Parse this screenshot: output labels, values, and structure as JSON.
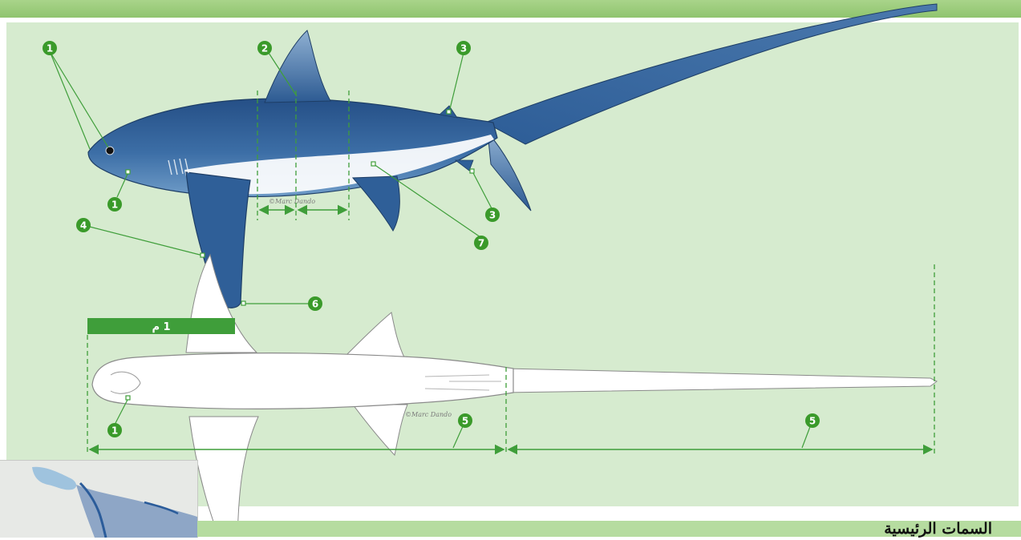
{
  "diagram": {
    "scale_bar": {
      "label": "1 م"
    },
    "credits": {
      "side_view": "©Marc Dando",
      "ventral_view": "©Marc Dando"
    },
    "callouts": {
      "eye": "1",
      "nostril_side": "1",
      "nostril_ventral": "1",
      "dorsal_fin": "2",
      "second_dorsal": "3",
      "anal_fin": "3",
      "pectoral_fin": "4",
      "tail_lobe_a": "5",
      "tail_lobe_b": "5",
      "pectoral_tip": "6",
      "belly_patch": "7"
    }
  },
  "footer": {
    "title": "السمات الرئيسية"
  },
  "colors": {
    "panel": "#d6ebcf",
    "accent_green": "#3f9e3a",
    "shark_blue": "#2f5f98",
    "callout_dot": "#3a9a2a",
    "map_water": "#9ab0cc",
    "map_land": "#e7e9e6"
  }
}
